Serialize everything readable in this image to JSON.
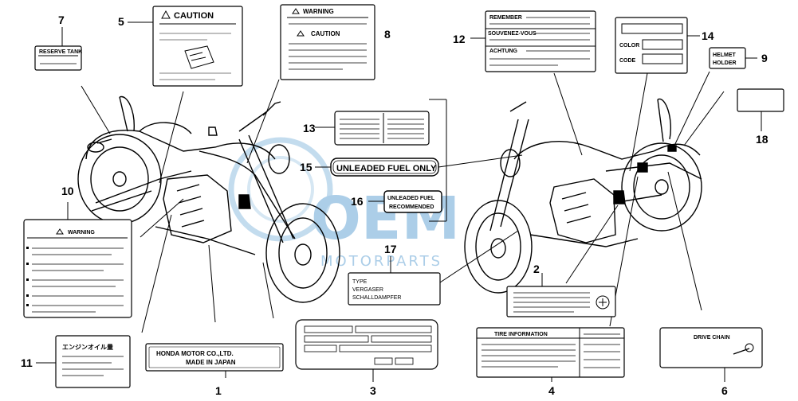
{
  "watermark": {
    "brand": "OEM",
    "sub": "MOTORPARTS"
  },
  "callouts": {
    "n1": "1",
    "n2": "2",
    "n3": "3",
    "n4": "4",
    "n5": "5",
    "n6": "6",
    "n7": "7",
    "n8": "8",
    "n9": "9",
    "n10": "10",
    "n11": "11",
    "n12": "12",
    "n13": "13",
    "n14": "14",
    "n15": "15",
    "n16": "16",
    "n17": "17",
    "n18": "18"
  },
  "labels": {
    "reserve_tank": "RESERVE TANK",
    "caution": "CAUTION",
    "warning_top": "WARNING",
    "caution_8": "CAUTION",
    "remember": "REMEMBER",
    "souvenez": "SOUVENEZ-VOUS",
    "achtung": "ACHTUNG",
    "color": "COLOR",
    "code": "CODE",
    "helmet": "HELMET",
    "holder": "HOLDER",
    "warning_10": "WARNING",
    "unleaded_only": "UNLEADED FUEL ONLY",
    "unleaded_rec_1": "UNLEADED FUEL",
    "unleaded_rec_2": "RECOMMENDED",
    "type": "TYPE",
    "vergaser": "VERGASER",
    "schall": "SCHALLDAMPFER",
    "engine_oil": "エンジンオイル量",
    "honda": "HONDA MOTOR CO.,LTD.",
    "made_in_japan": "MADE IN JAPAN",
    "tire_info": "TIRE INFORMATION",
    "drive_chain": "DRIVE CHAIN"
  }
}
